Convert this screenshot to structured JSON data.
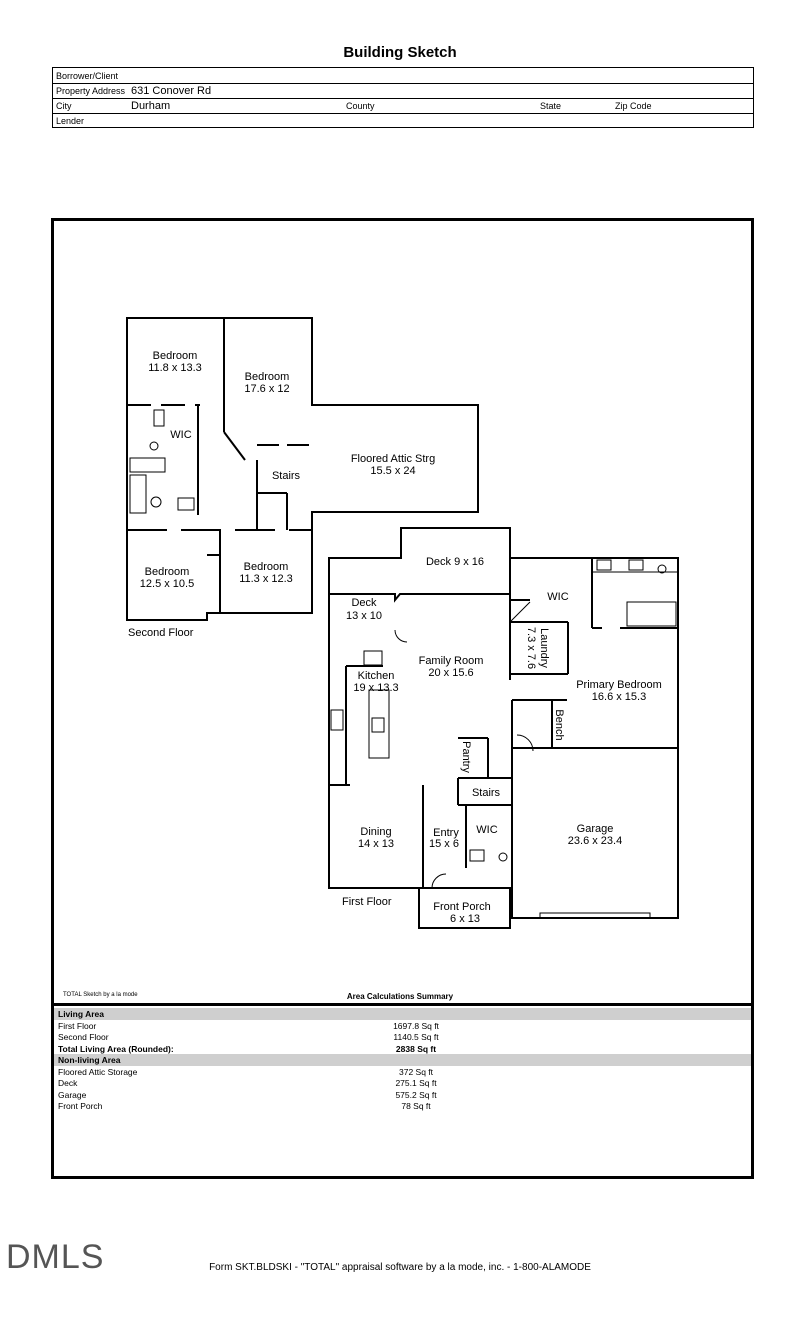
{
  "title": "Building Sketch",
  "header": {
    "borrower_label": "Borrower/Client",
    "borrower_value": "",
    "address_label": "Property Address",
    "address_value": "631 Conover Rd",
    "city_label": "City",
    "city_value": "Durham",
    "county_label": "County",
    "state_label": "State",
    "zip_label": "Zip Code",
    "lender_label": "Lender"
  },
  "rooms": {
    "bed1": {
      "name": "Bedroom",
      "dim": "11.8 x 13.3"
    },
    "bed2": {
      "name": "Bedroom",
      "dim": "17.6 x 12"
    },
    "wic_upper": "WIC",
    "stairs_upper": "Stairs",
    "attic": {
      "name": "Floored Attic Strg",
      "dim": "15.5 x 24"
    },
    "bed3": {
      "name": "Bedroom",
      "dim": "12.5 x 10.5"
    },
    "bed4": {
      "name": "Bedroom",
      "dim": "11.3 x 12.3"
    },
    "second_floor": "Second Floor",
    "deck_top": "Deck 9 x 16",
    "deck": {
      "name": "Deck",
      "dim": "13 x 10"
    },
    "wic_primary": "WIC",
    "laundry": {
      "name": "Laundry",
      "dim": "7.3 x 7.6"
    },
    "family": {
      "name": "Family Room",
      "dim": "20 x 15.6"
    },
    "kitchen": {
      "name": "Kitchen",
      "dim": "19 x 13.3"
    },
    "primary": {
      "name": "Primary Bedroom",
      "dim": "16.6 x 15.3"
    },
    "bench": "Bench",
    "pantry": "Pantry",
    "stairs_lower": "Stairs",
    "dining": {
      "name": "Dining",
      "dim": "14 x 13"
    },
    "entry": {
      "name": "Entry",
      "dim": "15 x 6"
    },
    "wic_lower": "WIC",
    "garage": {
      "name": "Garage",
      "dim": "23.6 x 23.4"
    },
    "first_floor": "First Floor",
    "porch": {
      "name": "Front Porch",
      "dim": "6 x 13"
    }
  },
  "summary": {
    "credit": "TOTAL Sketch by a la mode",
    "title": "Area Calculations Summary",
    "living_label": "Living Area",
    "rows_living": [
      {
        "name": "First Floor",
        "value": "1697.8 Sq ft"
      },
      {
        "name": "Second Floor",
        "value": "1140.5 Sq ft"
      }
    ],
    "total": {
      "name": "Total Living Area (Rounded):",
      "value": "2838 Sq ft"
    },
    "nonliving_label": "Non-living Area",
    "rows_nonliving": [
      {
        "name": "Floored Attic Storage",
        "value": "372 Sq ft"
      },
      {
        "name": "Deck",
        "value": "275.1 Sq ft"
      },
      {
        "name": "Garage",
        "value": "575.2 Sq ft"
      },
      {
        "name": "Front Porch",
        "value": "78 Sq ft"
      }
    ]
  },
  "logo": "DMLS",
  "footer": "Form SKT.BLDSKI - \"TOTAL\" appraisal software by a la mode, inc. - 1-800-ALAMODE"
}
